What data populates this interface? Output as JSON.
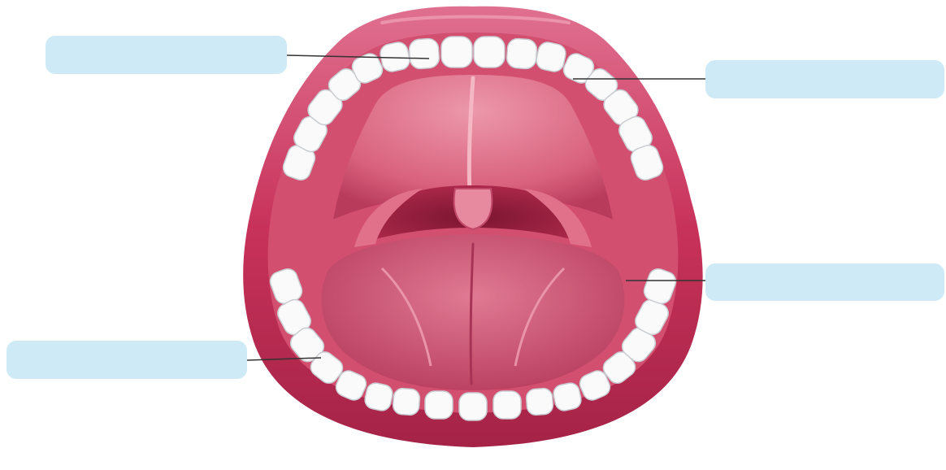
{
  "diagram": {
    "colors": {
      "lip": "#c8325a",
      "lip_dark": "#9e1c40",
      "lip_highlight": "#e8839c",
      "gum": "#d65a78",
      "palate": "#d9627e",
      "palate_light": "#e98ea2",
      "throat": "#7a1530",
      "tongue": "#c94a6a",
      "tongue_light": "#e07a93",
      "tooth": "#fafafa",
      "tooth_shadow": "#c9cdd2",
      "leader_line": "#333333",
      "label_box": "#cdeaf6"
    },
    "labels": [
      {
        "id": "top-left",
        "text": ""
      },
      {
        "id": "top-right",
        "text": ""
      },
      {
        "id": "bottom-right",
        "text": ""
      },
      {
        "id": "bottom-left",
        "text": ""
      }
    ]
  }
}
